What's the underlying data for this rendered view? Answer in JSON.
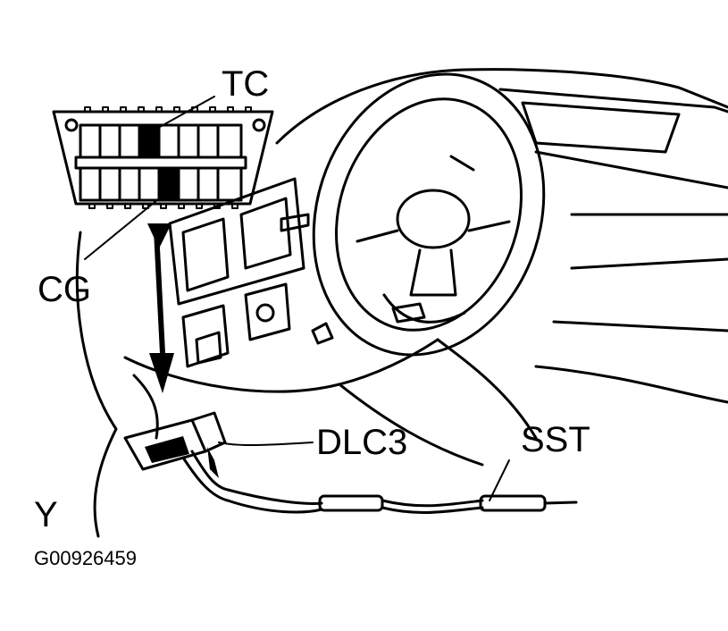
{
  "labels": {
    "tc": "TC",
    "cg": "CG",
    "dlc3": "DLC3",
    "sst": "SST",
    "y": "Y",
    "figure_id": "G00926459"
  },
  "colors": {
    "ink": "#000000",
    "paper": "#ffffff"
  }
}
